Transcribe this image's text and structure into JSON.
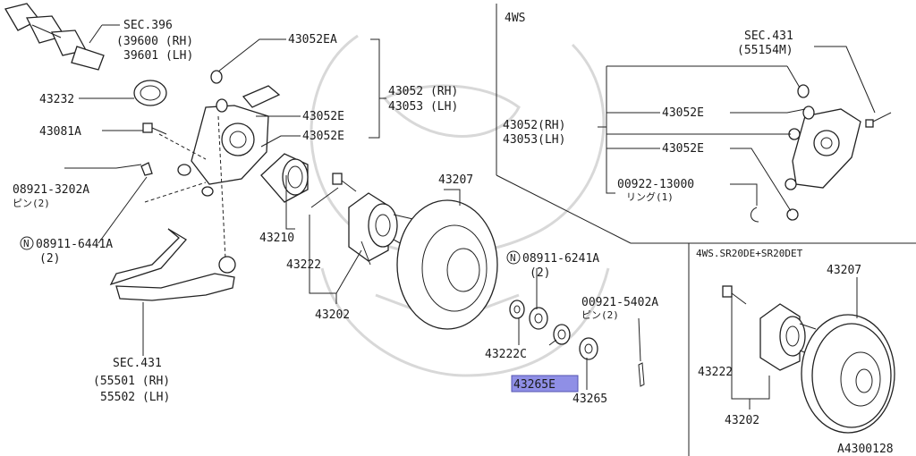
{
  "labels": {
    "sec396": "SEC.396",
    "p39600": "(39600 (RH)",
    "p39601": "39601 (LH)",
    "p43232": "43232",
    "p43081a": "43081A",
    "p08921": "08921-3202A",
    "pin2a": "ピン(2)",
    "n1": "N",
    "p08911_6441": "08911-6441A",
    "q2a": "(2)",
    "sec431a": "SEC.431",
    "p55501": "(55501 (RH)",
    "p55502": "55502 (LH)",
    "p43052ea": "43052EA",
    "p43052rh": "43052 (RH)",
    "p43053lh": "43053 (LH)",
    "p43052e_1": "43052E",
    "p43052e_2": "43052E",
    "p43210": "43210",
    "p43222_l": "43222",
    "p43202_l": "43202",
    "p43207_l": "43207",
    "n2": "N",
    "p08911_6241": "08911-6241A",
    "q2b": "(2)",
    "p00921": "00921-5402A",
    "pin2b": "ピン(2)",
    "p43222c": "43222C",
    "p43265e": "43265E",
    "p43265": "43265",
    "ws4": "4WS",
    "sec431b": "SEC.431",
    "p55154m": "(55154M)",
    "r43052rh": "43052(RH)",
    "r43053lh": "43053(LH)",
    "r43052e_1": "43052E",
    "r43052e_2": "43052E",
    "p00922": "00922-13000",
    "ring1": "リング(1)",
    "ws4sr": "4WS.SR20DE+SR20DET",
    "p43207_r": "43207",
    "p43222_r": "43222",
    "p43202_r": "43202",
    "diagid": "A4300128"
  },
  "highlight_color": "#8f8fe6"
}
